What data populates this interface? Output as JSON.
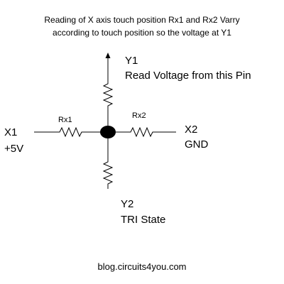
{
  "caption": {
    "line1": "Reading of X axis touch position Rx1 and Rx2 Varry",
    "line2": "according to touch position so the voltage at Y1"
  },
  "nodes": {
    "y1": {
      "name": "Y1",
      "desc": "Read Voltage from this Pin"
    },
    "y2": {
      "name": "Y2",
      "desc": "TRI State"
    },
    "x1": {
      "name": "X1",
      "desc": "+5V"
    },
    "x2": {
      "name": "X2",
      "desc": "GND"
    }
  },
  "resistors": {
    "rx1": "Rx1",
    "rx2": "Rx2"
  },
  "footer": "blog.circuits4you.com"
}
